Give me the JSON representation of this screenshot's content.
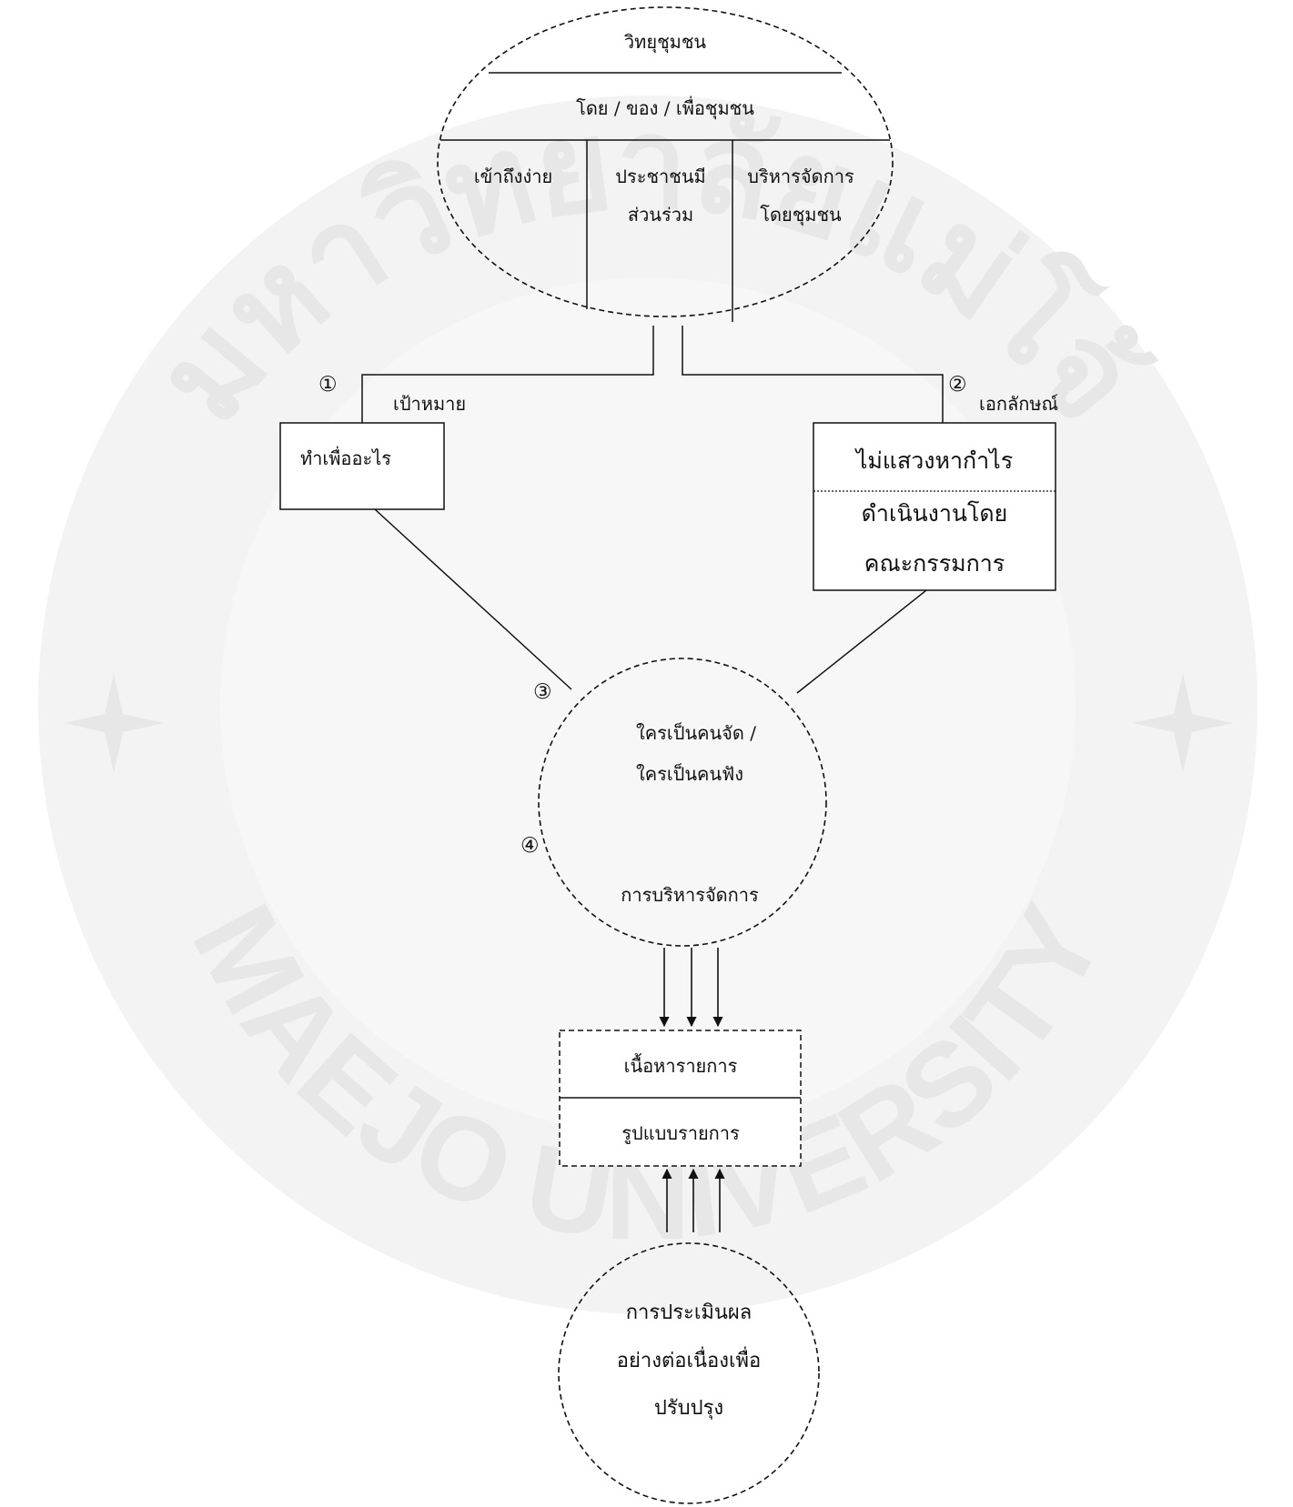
{
  "watermark": {
    "text_top": "มหาวิทยาลัยแม่โจ้",
    "text_bottom": "MAEJO UNIVERSITY"
  },
  "top_ellipse": {
    "title": "วิทยุชุมชน",
    "subtitle": "โดย / ของ / เพื่อชุมชน",
    "col1": "เข้าถึงง่าย",
    "col2_line1": "ประชาชนมี",
    "col2_line2": "ส่วนร่วม",
    "col3_line1": "บริหารจัดการ",
    "col3_line2": "โดยชุมชน"
  },
  "branch_left": {
    "number": "①",
    "label": "เป้าหมาย",
    "box_text": "ทำเพื่ออะไร"
  },
  "branch_right": {
    "number": "②",
    "label": "เอกลักษณ์",
    "box_line1": "ไม่แสวงหากำไร",
    "box_line2": "ดำเนินงานโดย",
    "box_line3": "คณะกรรมการ"
  },
  "middle_circle": {
    "number3": "③",
    "number4": "④",
    "line1": "ใครเป็นคนจัด /",
    "line2": "ใครเป็นคนฟัง",
    "line3": "การบริหารจัดการ"
  },
  "program_box": {
    "content": "เนื้อหารายการ",
    "format": "รูปแบบรายการ"
  },
  "bottom_circle": {
    "line1": "การประเมินผล",
    "line2": "อย่างต่อเนื่องเพื่อ",
    "line3": "ปรับปรุง"
  }
}
